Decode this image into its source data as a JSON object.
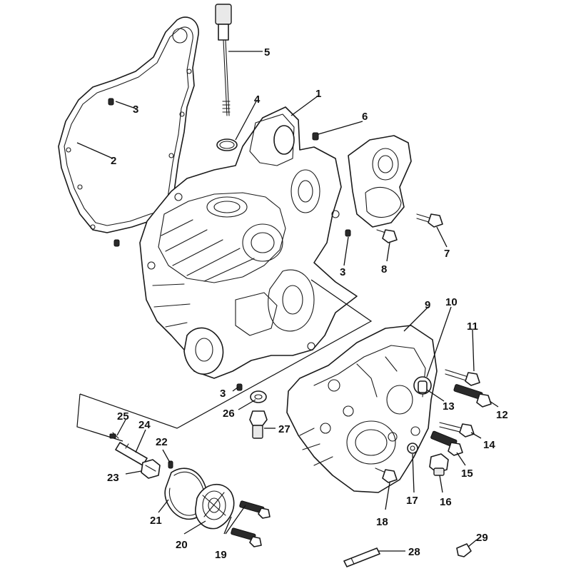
{
  "callouts": [
    "1",
    "2",
    "3",
    "4",
    "5",
    "6",
    "7",
    "8",
    "9",
    "10",
    "11",
    "12",
    "13",
    "14",
    "15",
    "16",
    "17",
    "18",
    "19",
    "20",
    "21",
    "22",
    "23",
    "24",
    "25",
    "26",
    "27",
    "28",
    "29"
  ],
  "callout_3_second": "3",
  "callout_3_third": "3",
  "colors": {
    "line": "#111111",
    "background": "#ffffff"
  }
}
